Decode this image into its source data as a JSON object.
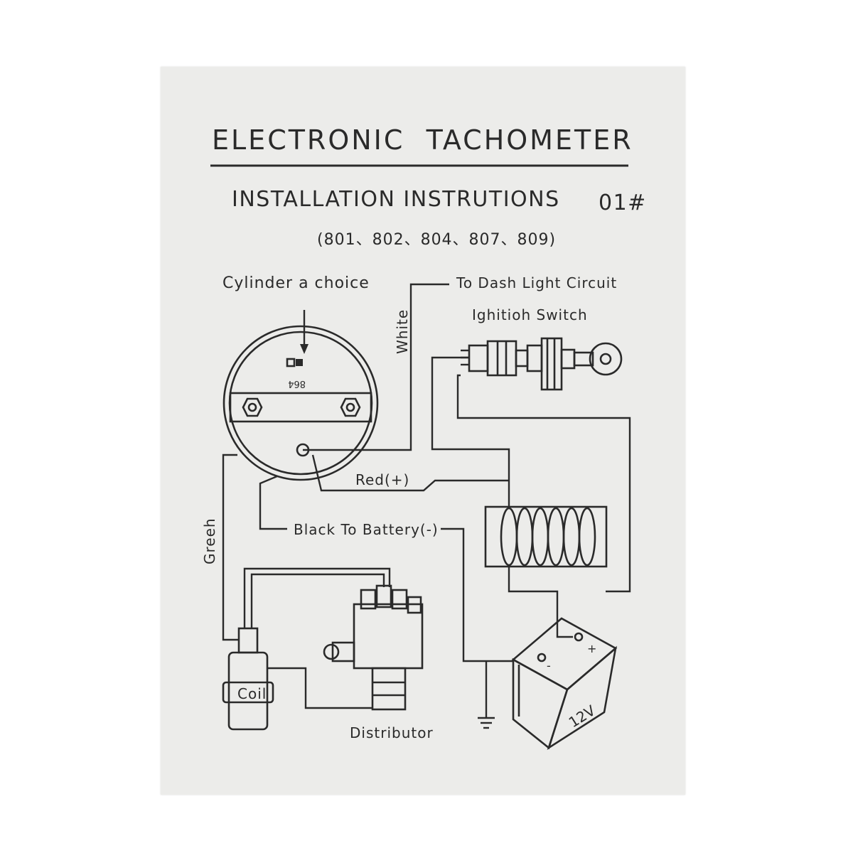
{
  "document": {
    "title": "ELECTRONIC  TACHOMETER",
    "subtitle": "INSTALLATION INSTRUTIONS",
    "edition": "01#",
    "models": "(801、802、804、807、809)"
  },
  "labels": {
    "cylinder_choice": "Cylinder a choice",
    "dash_light": "To Dash Light Circuit",
    "ignition_switch": "Ighitioh Switch",
    "white_wire": "White",
    "red_wire": "Red(+)",
    "black_wire": "Black To Battery(-)",
    "green_wire": "Greeh",
    "coil": "Coil",
    "distributor": "Distributor",
    "battery_voltage": "12V",
    "battery_plus": "+",
    "battery_minus": "-",
    "cylinder_options": "864"
  }
}
